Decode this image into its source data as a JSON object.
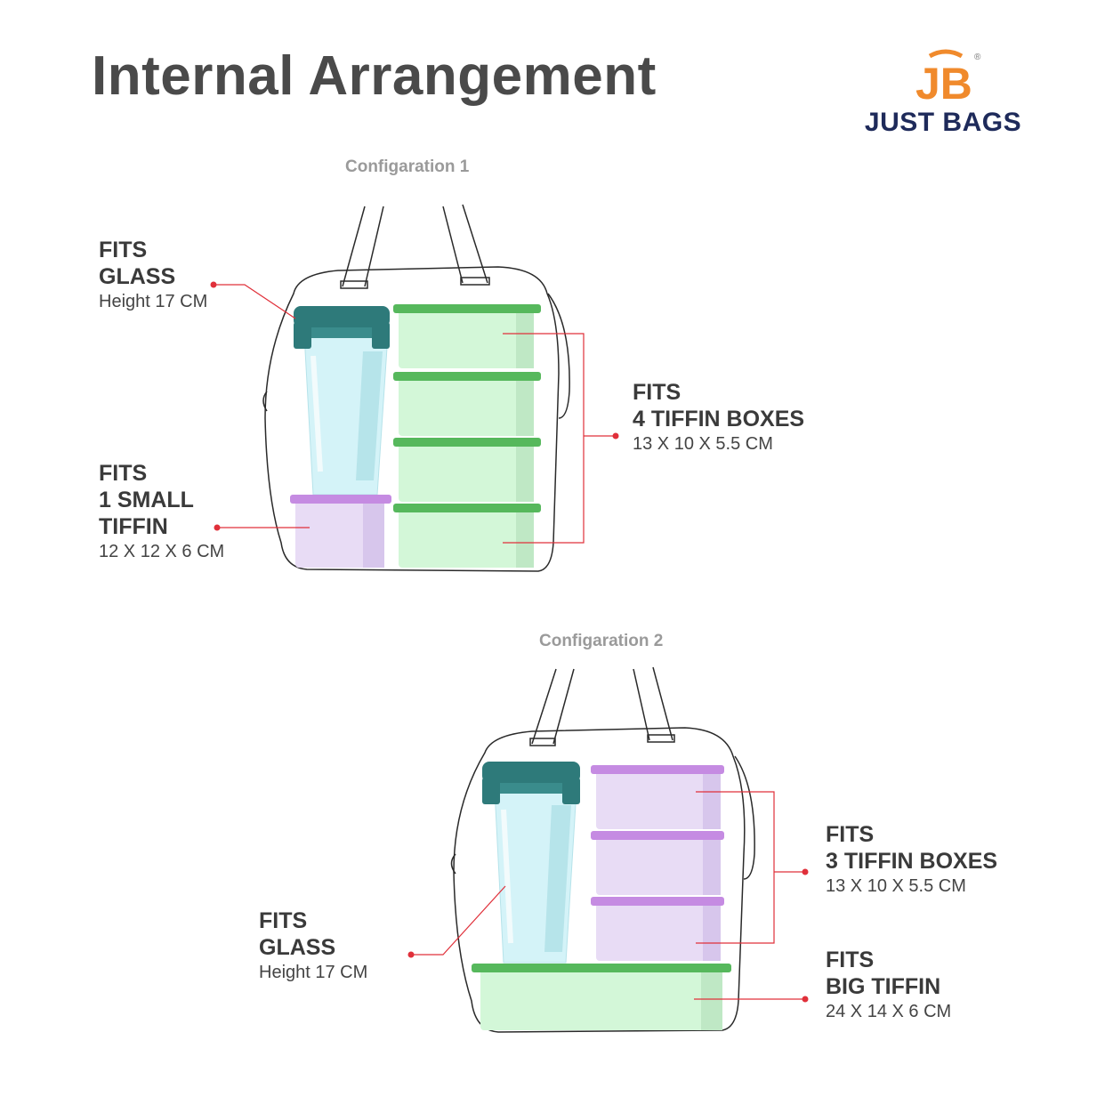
{
  "title": "Internal Arrangement",
  "brand": {
    "name": "JUST BAGS",
    "mark": "JB",
    "registered": "®",
    "colors": {
      "mark": "#f08a2c",
      "name": "#1e2a5a"
    }
  },
  "colors": {
    "callout_line": "#e0303a",
    "green_lid": "#56b85c",
    "green_body": "#d3f7d8",
    "purple_lid": "#c58be2",
    "purple_body": "#e8dcf5",
    "glass_cap": "#2e7a7a",
    "glass_body": "#d4f3f8",
    "bag_outline": "#2a2a2a"
  },
  "config1": {
    "label": "Configaration 1",
    "glass": {
      "line1": "FITS",
      "line2": "GLASS",
      "detail": "Height 17 CM"
    },
    "small_tiffin": {
      "line1": "FITS",
      "line2": "1 SMALL",
      "line3": "TIFFIN",
      "detail": "12 X 12 X 6 CM"
    },
    "tiffin_boxes": {
      "line1": "FITS",
      "line2": "4 TIFFIN BOXES",
      "detail": "13 X 10 X 5.5 CM"
    }
  },
  "config2": {
    "label": "Configaration 2",
    "glass": {
      "line1": "FITS",
      "line2": "GLASS",
      "detail": "Height 17 CM"
    },
    "tiffin_boxes": {
      "line1": "FITS",
      "line2": "3 TIFFIN BOXES",
      "detail": "13 X 10 X 5.5 CM"
    },
    "big_tiffin": {
      "line1": "FITS",
      "line2": "BIG TIFFIN",
      "detail": "24 X 14 X 6 CM"
    }
  }
}
